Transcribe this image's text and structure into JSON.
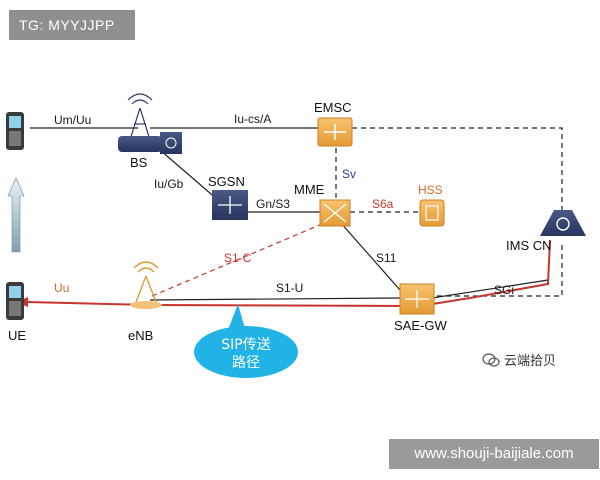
{
  "tag": "TG: MYYJJPP",
  "site": "www.shouji-baijiale.com",
  "brand": "云端拾贝",
  "nodes": {
    "bs": "BS",
    "emsc": "EMSC",
    "sgsn": "SGSN",
    "mme": "MME",
    "hss": "HSS",
    "ims_cn": "IMS CN",
    "ue": "UE",
    "enb": "eNB",
    "sae_gw": "SAE-GW"
  },
  "links": {
    "um_uu": "Um/Uu",
    "iu_cs_a": "Iu-cs/A",
    "iu_gb": "Iu/Gb",
    "gn_s3": "Gn/S3",
    "sv": "Sv",
    "s6a": "S6a",
    "s1_c": "S1-C",
    "s11": "S11",
    "uu": "Uu",
    "s1_u": "S1-U",
    "sgi": "SGi"
  },
  "callout": {
    "line1": "SIP传送",
    "line2": "路径"
  },
  "colors": {
    "red": "#c8352c",
    "orange": "#e9a13b",
    "navy": "#2a3a6a",
    "callout": "#22b3e6"
  }
}
